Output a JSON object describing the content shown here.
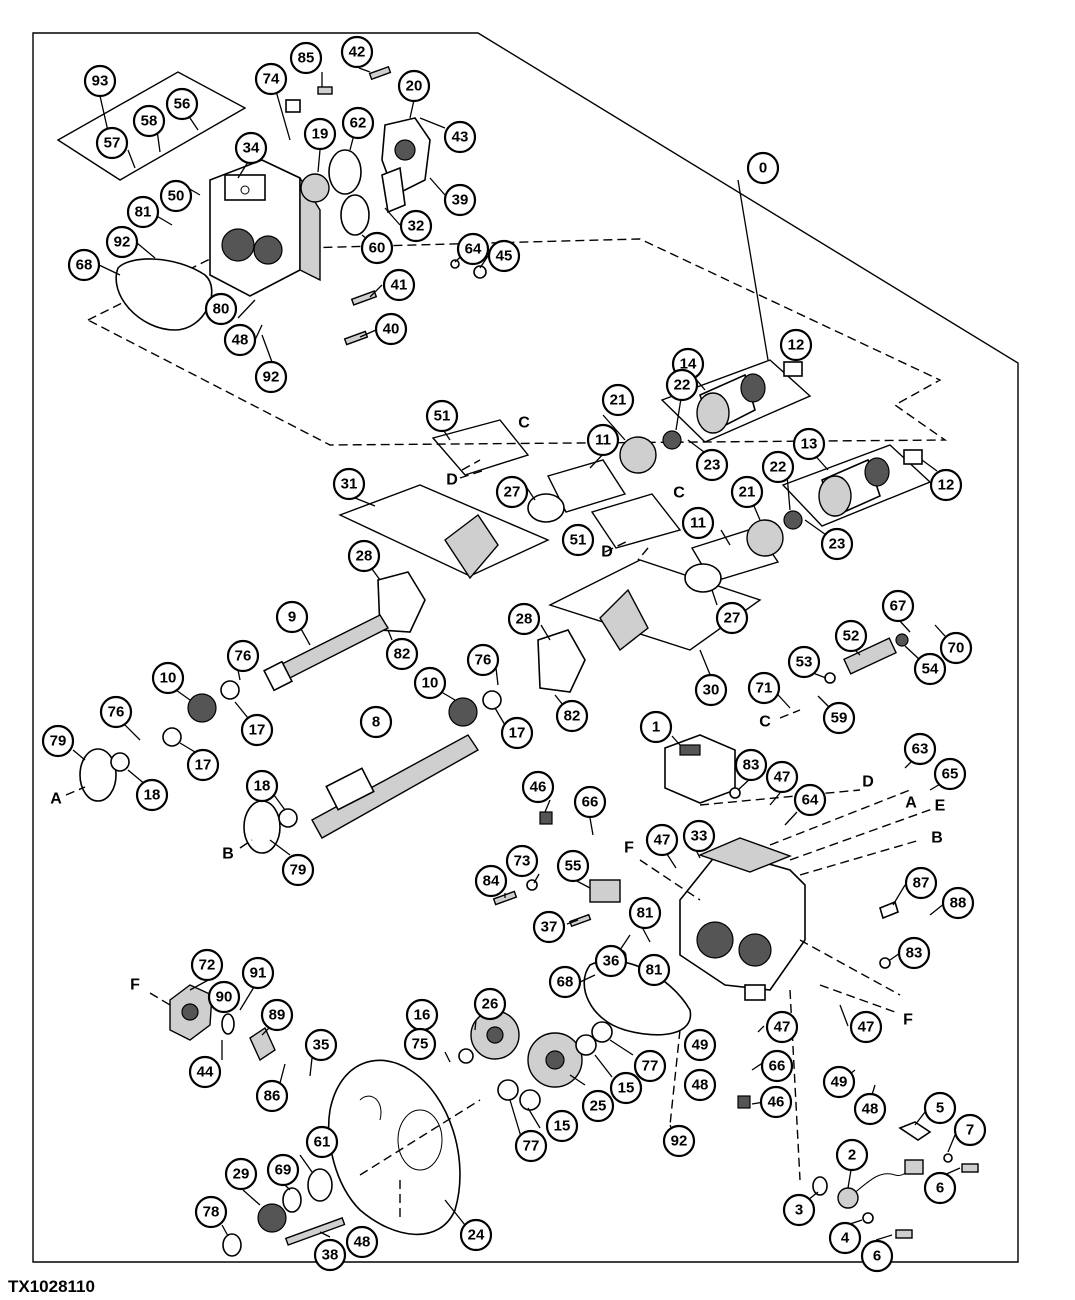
{
  "figure_id": "TX1028110",
  "callouts": [
    "0",
    "1",
    "2",
    "3",
    "4",
    "5",
    "6",
    "6",
    "7",
    "8",
    "9",
    "10",
    "10",
    "11",
    "11",
    "12",
    "12",
    "13",
    "14",
    "15",
    "15",
    "16",
    "17",
    "17",
    "17",
    "18",
    "18",
    "19",
    "20",
    "21",
    "21",
    "22",
    "22",
    "23",
    "23",
    "24",
    "25",
    "26",
    "27",
    "27",
    "28",
    "28",
    "29",
    "30",
    "31",
    "32",
    "33",
    "34",
    "35",
    "36",
    "37",
    "38",
    "39",
    "40",
    "41",
    "42",
    "43",
    "44",
    "45",
    "46",
    "46",
    "47",
    "47",
    "47",
    "47",
    "48",
    "48",
    "48",
    "48",
    "49",
    "49",
    "50",
    "51",
    "51",
    "52",
    "53",
    "54",
    "55",
    "56",
    "57",
    "58",
    "59",
    "60",
    "61",
    "62",
    "63",
    "64",
    "64",
    "65",
    "66",
    "66",
    "67",
    "68",
    "68",
    "69",
    "70",
    "71",
    "72",
    "73",
    "74",
    "75",
    "76",
    "76",
    "76",
    "77",
    "77",
    "78",
    "79",
    "79",
    "80",
    "81",
    "81",
    "81",
    "82",
    "82",
    "83",
    "83",
    "84",
    "85",
    "86",
    "87",
    "88",
    "89",
    "90",
    "91",
    "92",
    "92",
    "92",
    "93"
  ],
  "letters": [
    "A",
    "A",
    "B",
    "B",
    "C",
    "C",
    "C",
    "D",
    "D",
    "D",
    "E",
    "F",
    "F",
    "F"
  ]
}
